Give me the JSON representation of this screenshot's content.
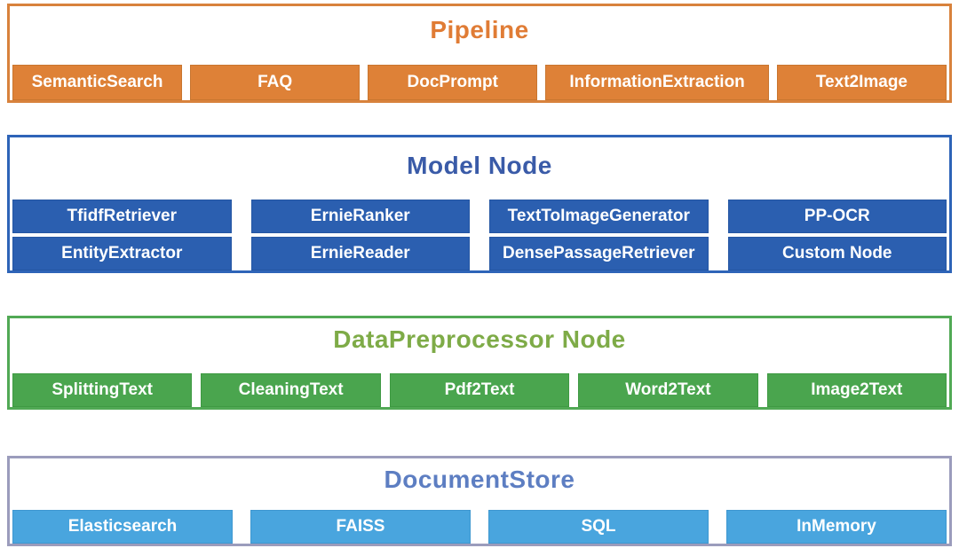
{
  "diagram": {
    "sections": [
      {
        "id": "pipeline",
        "title": "Pipeline",
        "title_color": "#e07c35",
        "border_color": "#d8823c",
        "button_color": "#de8137",
        "buttons": [
          [
            "SemanticSearch",
            "FAQ",
            "DocPrompt",
            "InformationExtraction",
            "Text2Image"
          ]
        ]
      },
      {
        "id": "model-node",
        "title": "Model Node",
        "title_color": "#3a5ba8",
        "border_color": "#2e64b8",
        "button_color": "#2b5fb0",
        "buttons": [
          [
            "TfidfRetriever",
            "ErnieRanker",
            "TextToImageGenerator",
            "PP-OCR"
          ],
          [
            "EntityExtractor",
            "ErnieReader",
            "DensePassageRetriever",
            "Custom Node"
          ]
        ]
      },
      {
        "id": "datapreprocessor-node",
        "title": "DataPreprocessor Node",
        "title_color": "#7eab47",
        "border_color": "#51a955",
        "button_color": "#4aa54e",
        "buttons": [
          [
            "SplittingText",
            "CleaningText",
            "Pdf2Text",
            "Word2Text",
            "Image2Text"
          ]
        ]
      },
      {
        "id": "documentstore",
        "title": "DocumentStore",
        "title_color": "#5d7ec2",
        "border_color": "#9b9cbc",
        "button_color": "#49a5de",
        "buttons": [
          [
            "Elasticsearch",
            "FAISS",
            "SQL",
            "InMemory"
          ]
        ]
      }
    ]
  }
}
